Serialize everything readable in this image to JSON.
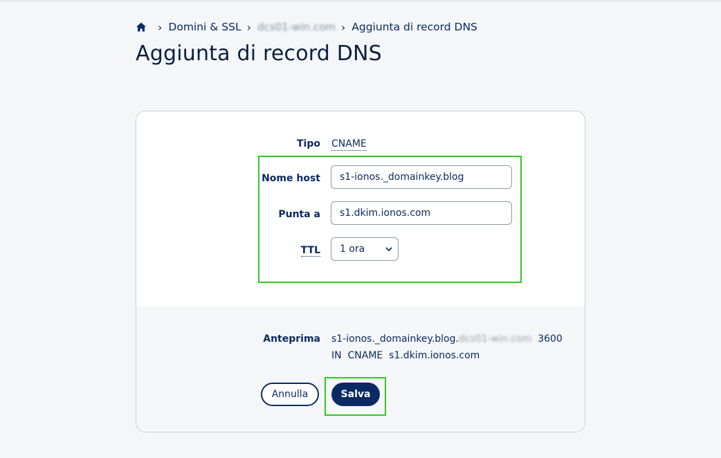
{
  "breadcrumb": {
    "items": [
      "Domini & SSL",
      "dcs01-win.com",
      "Aggiunta di record DNS"
    ]
  },
  "page_title": "Aggiunta di record DNS",
  "form": {
    "tipo_label": "Tipo",
    "tipo_value": "CNAME",
    "hostname_label": "Nome host",
    "hostname_value": "s1-ionos._domainkey.blog",
    "points_to_label": "Punta a",
    "points_to_value": "s1.dkim.ionos.com",
    "ttl_label": "TTL",
    "ttl_value": "1 ora"
  },
  "preview": {
    "label": "Anteprima",
    "line1_prefix": "s1-ionos._domainkey.blog.",
    "line1_domain": "dcs01-win.com",
    "line1_ttl": "3600",
    "line2": "IN  CNAME  s1.dkim.ionos.com"
  },
  "buttons": {
    "cancel": "Annulla",
    "save": "Salva"
  },
  "colors": {
    "highlight": "#2ecc1f",
    "primary": "#0b2a63"
  },
  "icons": {
    "home": "home-icon",
    "separator": "chevron-right-icon",
    "select": "chevron-down-icon"
  }
}
